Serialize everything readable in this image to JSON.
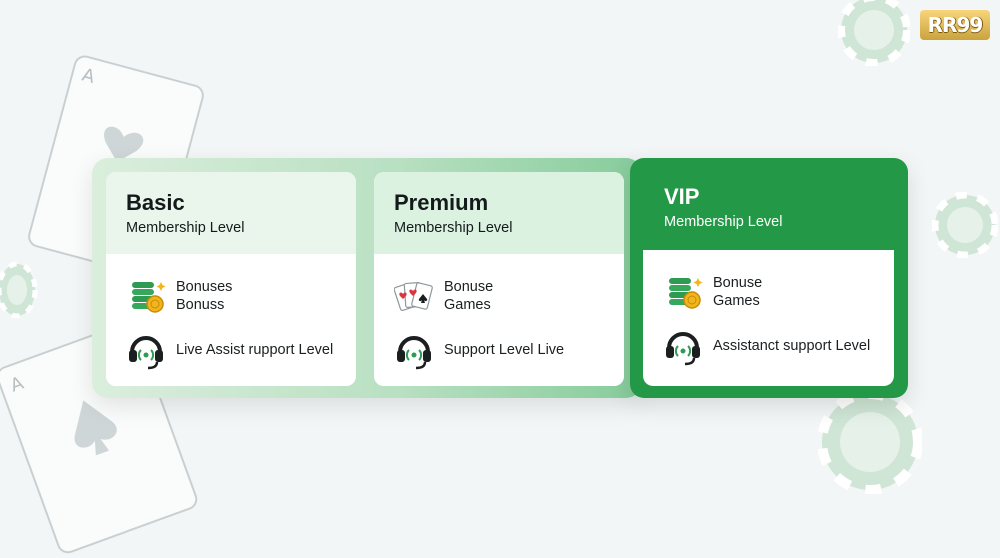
{
  "logo": {
    "text": "RR99"
  },
  "tiers": [
    {
      "id": "basic",
      "title": "Basic",
      "subtitle": "Membership Level",
      "features": [
        {
          "icon": "coins-icon",
          "lines": [
            "Bonuses",
            "Bonuss"
          ]
        },
        {
          "icon": "headset-icon",
          "lines": [
            "Live Assist rupport Level"
          ]
        }
      ]
    },
    {
      "id": "premium",
      "title": "Premium",
      "subtitle": "Membership Level",
      "features": [
        {
          "icon": "playing-cards-icon",
          "lines": [
            "Bonuse",
            "Games"
          ]
        },
        {
          "icon": "headset-icon",
          "lines": [
            "Support Level Live"
          ]
        }
      ]
    },
    {
      "id": "vip",
      "title": "VIP",
      "subtitle": "Membership Level",
      "features": [
        {
          "icon": "coins-icon",
          "lines": [
            "Bonuse",
            "Games"
          ]
        },
        {
          "icon": "headset-icon",
          "lines": [
            "Assistanct support Level"
          ]
        }
      ]
    }
  ],
  "colors": {
    "vip_green": "#239948",
    "accent_green": "#2f9a52",
    "coin_gold": "#f2b51c"
  }
}
